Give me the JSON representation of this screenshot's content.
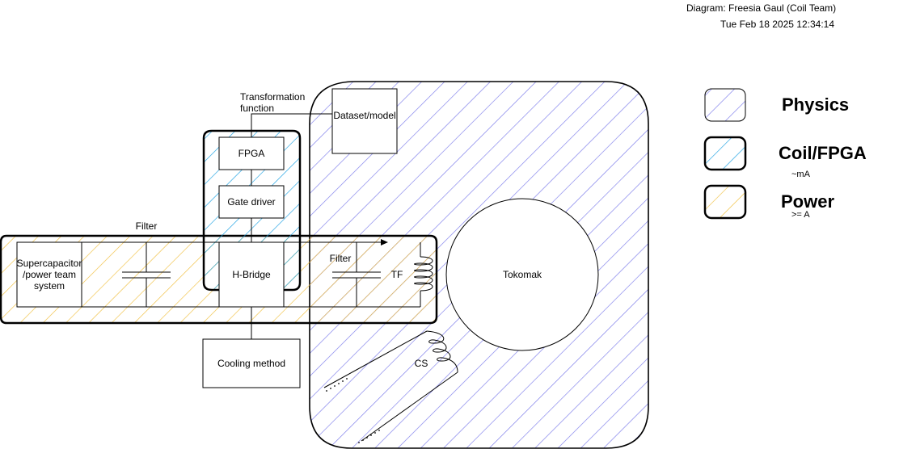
{
  "header": {
    "diagram_line": "Diagram: Freesia Gaul (Coil Team)",
    "timestamp": "Tue Feb 18 2025 12:34:14"
  },
  "blocks": {
    "fpga": "FPGA",
    "gate_driver": "Gate driver",
    "h_bridge": "H-Bridge",
    "dataset_model": "Dataset/model",
    "cooling_method": "Cooling method",
    "supercap_line1": "Supercapacitor",
    "supercap_line2": "/power team",
    "supercap_line3": "system",
    "tokomak": "Tokomak"
  },
  "labels": {
    "transformation_line1": "Transformation",
    "transformation_line2": "function",
    "filter_top": "Filter",
    "filter_inner": "Filter",
    "tf": "TF",
    "cs": "CS"
  },
  "legend": {
    "physics": "Physics",
    "coil_fpga": "Coil/FPGA",
    "coil_fpga_sub": "~mA",
    "power": "Power",
    "power_sub": ">= A"
  },
  "colors": {
    "physics_hatch": "#7b7bea",
    "coil_hatch": "#1ba1e2",
    "power_hatch": "#f0c040",
    "stroke": "#000000"
  }
}
